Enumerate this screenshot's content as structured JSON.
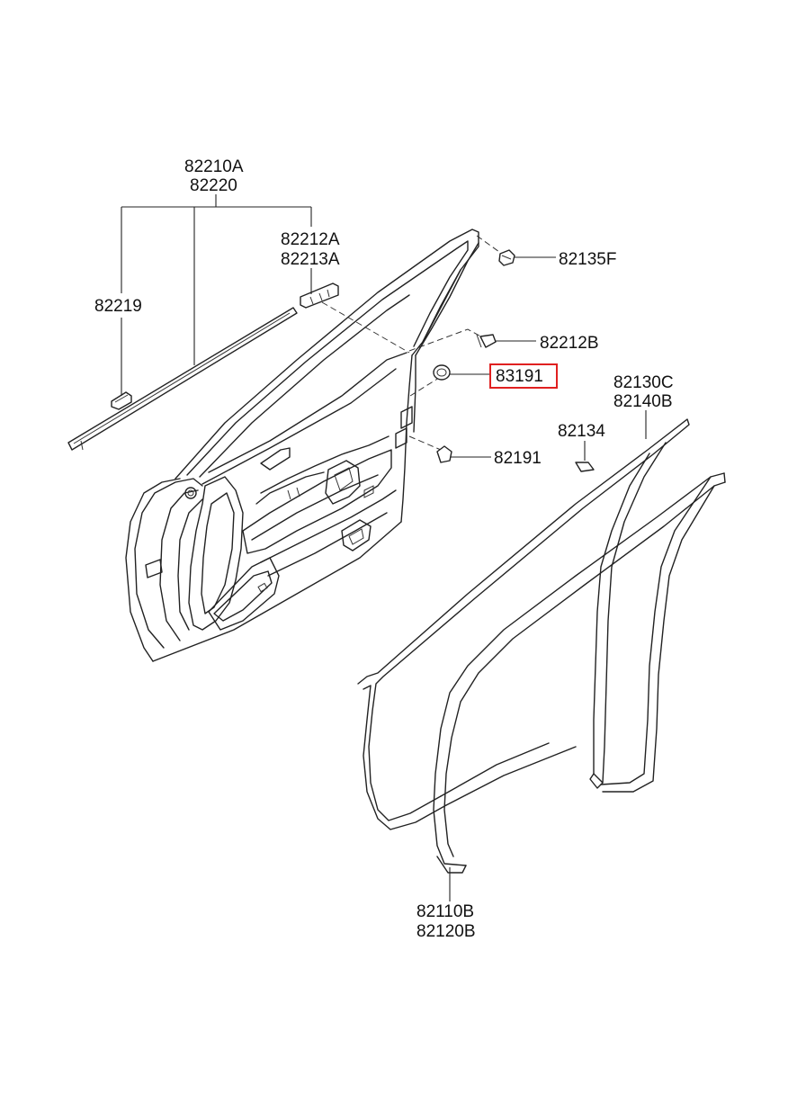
{
  "diagram": {
    "highlight_color": "#e02020",
    "labels": {
      "l_82210A": "82210A",
      "l_82220": "82220",
      "l_82212A": "82212A",
      "l_82213A": "82213A",
      "l_82219": "82219",
      "l_82135F": "82135F",
      "l_82212B": "82212B",
      "l_83191": "83191",
      "l_82130C": "82130C",
      "l_82140B": "82140B",
      "l_82134": "82134",
      "l_82191": "82191",
      "l_82110B": "82110B",
      "l_82120B": "82120B"
    }
  }
}
